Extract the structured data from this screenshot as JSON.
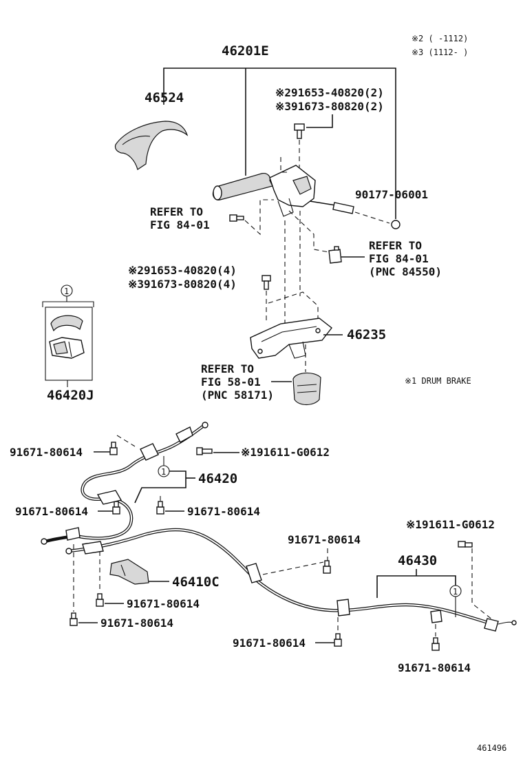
{
  "notes": {
    "note2": "※2 (   -1112)",
    "note3": "※3 (1112-    )",
    "note1": "※1 DRUM BRAKE",
    "illustration_no": "461496"
  },
  "callouts": {
    "c46201E": "46201E",
    "c46524": "46524",
    "bolt2_top": "※291653-40820(2)",
    "bolt3_top": "※391673-80820(2)",
    "c90177": "90177-06001",
    "refer1_a": "REFER TO",
    "refer1_b": "FIG 84-01",
    "refer2_a": "REFER TO",
    "refer2_b": "FIG 84-01",
    "refer2_c": "(PNC 84550)",
    "bolt2_mid": "※291653-40820(4)",
    "bolt3_mid": "※391673-80820(4)",
    "c46235": "46235",
    "refer3_a": "REFER TO",
    "refer3_b": "FIG 58-01",
    "refer3_c": "(PNC 58171)",
    "kit_marker": "1",
    "c46420J": "46420J",
    "bolt_l1": "91671-80614",
    "screw_g0612_a": "※191611-G0612",
    "c46420": "46420",
    "marker_46420": "1",
    "bolt_l2": "91671-80614",
    "bolt_l3": "91671-80614",
    "screw_g0612_b": "※191611-G0612",
    "bolt_c1": "91671-80614",
    "c46430": "46430",
    "marker_46430": "1",
    "c46410C": "46410C",
    "bolt_l4": "91671-80614",
    "bolt_l5": "91671-80614",
    "bolt_c2": "91671-80614",
    "bolt_r1": "91671-80614"
  }
}
